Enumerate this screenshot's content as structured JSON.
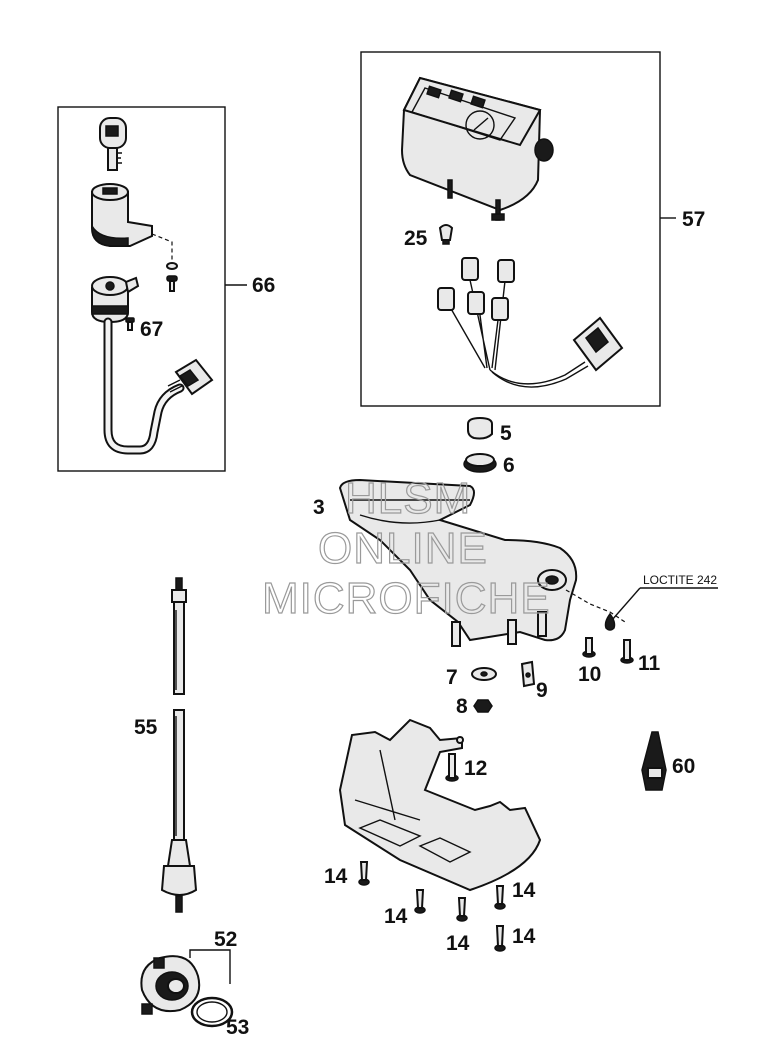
{
  "callouts": {
    "c66": "66",
    "c67": "67",
    "c57": "57",
    "c25": "25",
    "c5": "5",
    "c6": "6",
    "c3": "3",
    "c7": "7",
    "c9": "9",
    "c8": "8",
    "c10": "10",
    "c11": "11",
    "c12": "12",
    "c55": "55",
    "c60": "60",
    "c14a": "14",
    "c14b": "14",
    "c14c": "14",
    "c14d": "14",
    "c14e": "14",
    "c52": "52",
    "c53": "53"
  },
  "loctite_label": "LOCTITE 242",
  "watermark": {
    "line1": "HLSM",
    "line2": "ONLINE",
    "line3": "MICROFICHE"
  }
}
